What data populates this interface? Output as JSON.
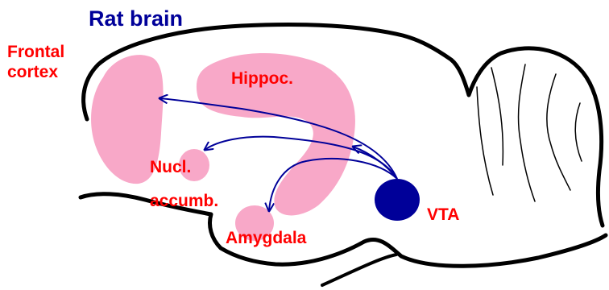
{
  "diagram": {
    "title": "Rat brain",
    "regions": {
      "frontal_cortex_line1": "Frontal",
      "frontal_cortex_line2": "cortex",
      "hippocampus": "Hippoc.",
      "nucleus_accumbens_line1": "Nucl.",
      "nucleus_accumbens_line2": "accumb.",
      "amygdala": "Amygdala",
      "vta": "VTA"
    }
  },
  "colors": {
    "title": "#000099",
    "label": "#ff0000",
    "region_fill": "#f8a8c8",
    "pathway": "#000099",
    "outline": "#000000"
  }
}
